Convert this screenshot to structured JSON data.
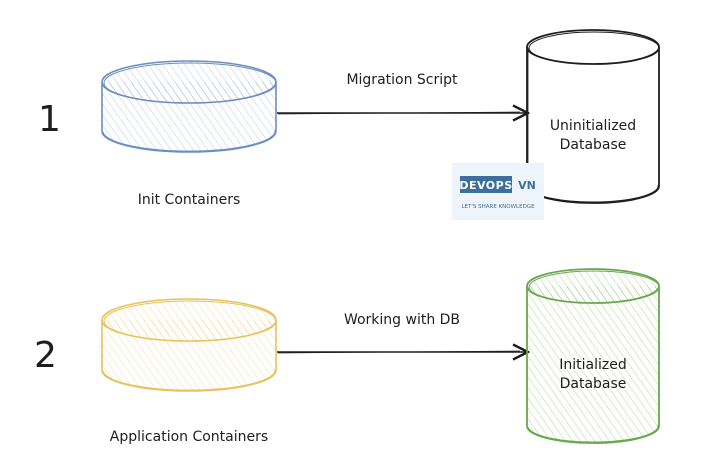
{
  "steps": [
    {
      "number": "1",
      "source_label": "Init Containers",
      "arrow_label": "Migration Script",
      "target_label_line1": "Uninitialized",
      "target_label_line2": "Database",
      "source_color": "#6c8ebf",
      "target_color": "#1e1e1e"
    },
    {
      "number": "2",
      "source_label": "Application Containers",
      "arrow_label": "Working with DB",
      "target_label_line1": "Initialized",
      "target_label_line2": "Database",
      "source_color": "#e6c35c",
      "target_color": "#6aa84f"
    }
  ],
  "watermark": {
    "brand_left": "DEVOPS",
    "brand_right": "VN",
    "tagline": "LET'S SHARE KNOWLEDGE",
    "brand_color": "#3d6f9e"
  }
}
